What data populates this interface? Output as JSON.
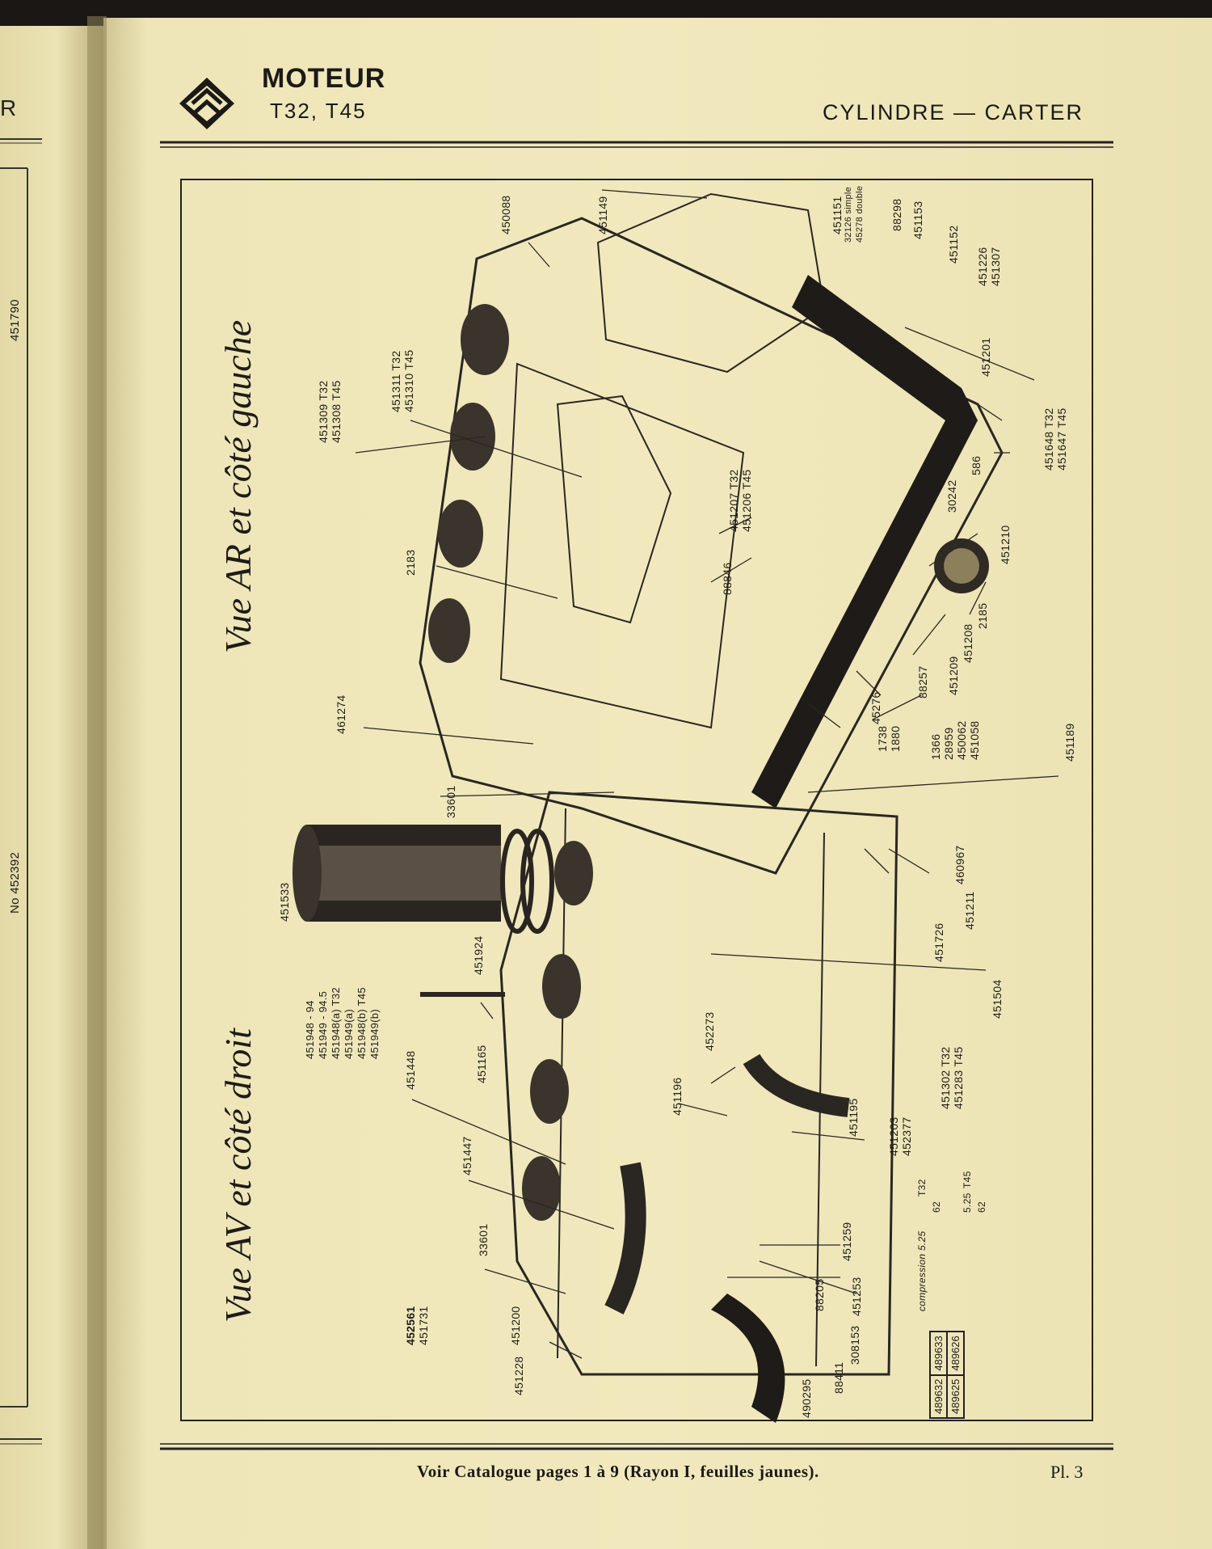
{
  "header": {
    "title": "MOTEUR",
    "subtitle": "T32, T45",
    "section": "CYLINDRE — CARTER",
    "left_page_fragment": "R"
  },
  "views": {
    "rear_left": "Vue AR et côté gauche",
    "front_right": "Vue AV et côté droit"
  },
  "left_page_refs": [
    "451790",
    "No 452392"
  ],
  "parts": [
    "450088",
    "451149",
    "451151",
    "32126 simple",
    "45278 double",
    "88298",
    "451153",
    "451152",
    "451226",
    "451307",
    "451201",
    "451648 T32",
    "451647 T45",
    "586",
    "30242",
    "451210",
    "2185",
    "451208",
    "451209",
    "88257",
    "451311 T32",
    "451310 T45",
    "451309 T32",
    "451308 T45",
    "451207 T32",
    "451206 T45",
    "2183",
    "88846",
    "461274",
    "45276",
    "1738",
    "1880",
    "1366",
    "28959",
    "450062",
    "451058",
    "451189",
    "33601",
    "451533",
    "451924",
    "460967",
    "451211",
    "451726",
    "451504",
    "451948 - 94",
    "451949 - 94.5",
    "451948(a) T32",
    "451949(a)",
    "451948(b) T45",
    "451949(b)",
    "451165",
    "451448",
    "452273",
    "451196",
    "451302 T32",
    "451283 T45",
    "451195",
    "451203",
    "452377",
    "451447",
    "33601",
    "451259",
    "88205",
    "451253",
    "452561",
    "451731",
    "451200",
    "451228",
    "88411",
    "308153",
    "490295"
  ],
  "compression": {
    "label": "compression 5.25",
    "values": [
      "T32",
      "62",
      "5.25",
      "T45",
      "62"
    ]
  },
  "code_table": [
    "489632",
    "489633",
    "489625",
    "489626"
  ],
  "footer": {
    "text": "Voir Catalogue pages 1 à 9 (Rayon I, feuilles jaunes).",
    "plate": "Pl. 3"
  }
}
